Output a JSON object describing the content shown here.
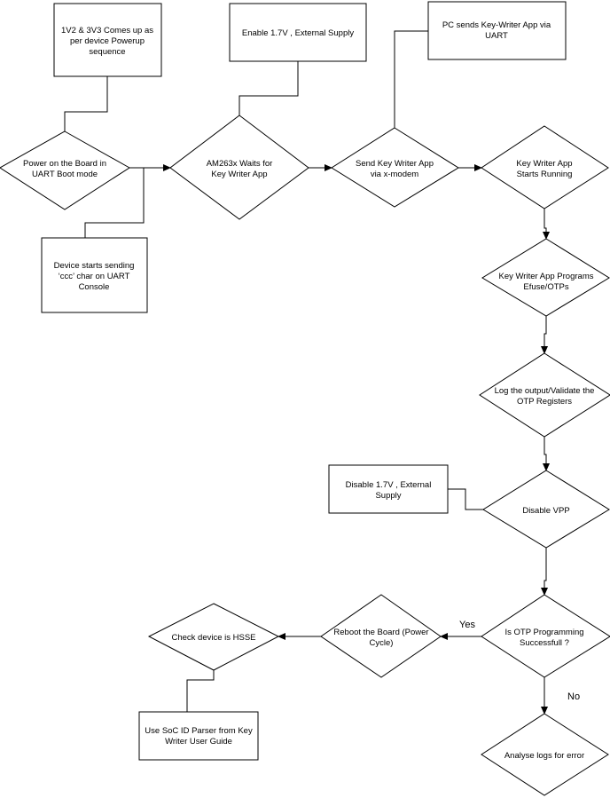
{
  "nodes": {
    "boxPowerSeq": {
      "lines": [
        "1V2 & 3V3 Comes up as",
        "per device Powerup",
        "sequence"
      ]
    },
    "boxEnable": {
      "lines": [
        "Enable 1.7V , External Supply"
      ]
    },
    "boxPcSends": {
      "lines": [
        "PC sends Key-Writer App via",
        "UART"
      ]
    },
    "decPowerOn": {
      "lines": [
        "Power on the Board in",
        "UART Boot mode"
      ]
    },
    "decWaits": {
      "lines": [
        "AM263x Waits for",
        "Key Writer App"
      ]
    },
    "decSend": {
      "lines": [
        "Send Key Writer App",
        "via x-modem"
      ]
    },
    "decStarts": {
      "lines": [
        "Key Writer App",
        "Starts Running"
      ]
    },
    "boxCcc": {
      "lines": [
        "Device starts sending",
        "‘ccc’ char on UART",
        "Console"
      ]
    },
    "decPrograms": {
      "lines": [
        "Key Writer App Programs",
        "Efuse/OTPs"
      ]
    },
    "decLog": {
      "lines": [
        "Log the output/Validate the",
        "OTP Registers"
      ]
    },
    "boxDisable": {
      "lines": [
        "Disable  1.7V , External",
        "Supply"
      ]
    },
    "decDisableVpp": {
      "lines": [
        "Disable VPP"
      ]
    },
    "decOtpSuccess": {
      "lines": [
        "Is OTP Programming",
        "Successfull ?"
      ]
    },
    "decReboot": {
      "lines": [
        "Reboot the Board (Power",
        "Cycle)"
      ]
    },
    "decCheckHsse": {
      "lines": [
        "Check device is HSSE"
      ]
    },
    "boxSocId": {
      "lines": [
        "Use SoC ID Parser from Key",
        "Writer User Guide"
      ]
    },
    "decAnalyse": {
      "lines": [
        "Analyse logs for error"
      ]
    }
  },
  "edge_labels": {
    "yes": "Yes",
    "no": "No"
  }
}
